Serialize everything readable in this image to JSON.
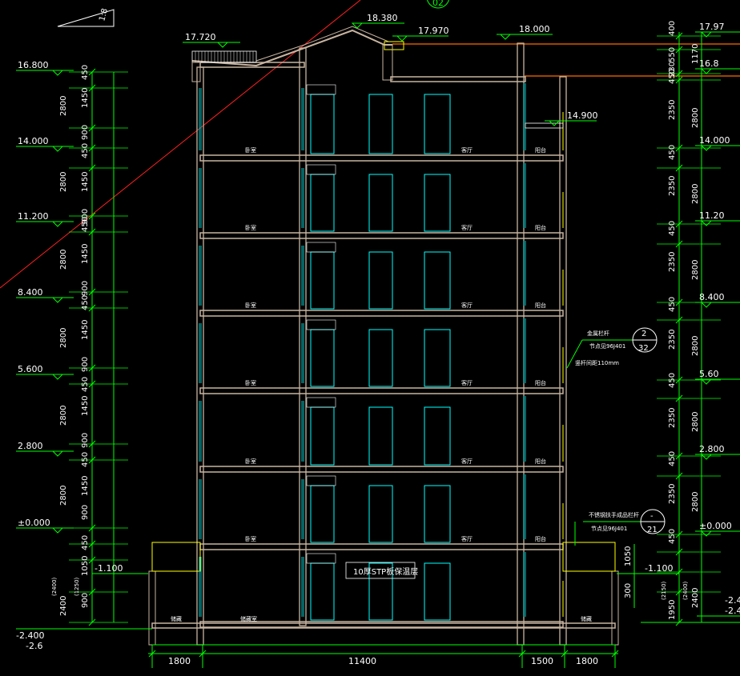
{
  "colors": {
    "background": "#000000",
    "dimension": "#00ff00",
    "wall": "#c8b4a0",
    "window": "#00c8c8",
    "window_bright": "#00ffff",
    "text": "#ffffff",
    "red_line": "#ff2020",
    "orange_line": "#ff6a00",
    "yellow": "#ffff00"
  },
  "left_elevations": [
    "16.800",
    "14.000",
    "11.200",
    "8.400",
    "5.600",
    "2.800",
    "±0.000",
    "-1.100",
    "-2.400",
    "-2.6"
  ],
  "left_dims": [
    "450",
    "1450",
    "2800",
    "900",
    "450",
    "1450",
    "2800",
    "900",
    "450",
    "1450",
    "2800",
    "900",
    "450",
    "1450",
    "2800",
    "900",
    "450",
    "1450",
    "2800",
    "900",
    "450",
    "1450",
    "2800",
    "900",
    "450",
    "2400",
    "1050",
    "900",
    "(2400)",
    "(1250)"
  ],
  "right_elevations": [
    "17.97",
    "16.8",
    "14.000",
    "11.20",
    "8.400",
    "5.60",
    "2.800",
    "±0.000",
    "-1.100",
    "-2.4",
    "-2.4"
  ],
  "right_dims_inner": [
    "400",
    "550",
    "230",
    "450",
    "2350",
    "450",
    "2350",
    "450",
    "2350",
    "450",
    "2350",
    "450",
    "2350",
    "450",
    "2350",
    "450",
    "1050",
    "300",
    "1950",
    "(2150)"
  ],
  "right_dims_outer": [
    "1170",
    "2800",
    "2800",
    "2800",
    "2800",
    "2800",
    "2800",
    "2400",
    "(2400)"
  ],
  "top_elevations": {
    "roof_ridge": "18.380",
    "roof_left": "17.720",
    "roof_mid": "17.970",
    "roof_right": "18.000",
    "balcony_roof": "14.900",
    "circle_top": "02"
  },
  "slope_symbol": "1:8",
  "room_labels": [
    "卧室",
    "客厅",
    "阳台"
  ],
  "basement_labels": {
    "left": "储藏",
    "mid": "储藏室",
    "right": "储藏"
  },
  "insulation_note": "10厚STP板保温层",
  "callout_1": {
    "line1": "金属栏杆",
    "line2": "节点见96J401",
    "line3": "竖杆间距110mm",
    "circle_top": "2",
    "circle_bottom": "32"
  },
  "callout_2": {
    "line1": "不锈钢扶手成品栏杆",
    "line2": "节点见96J401",
    "circle_top": "-",
    "circle_bottom": "21"
  },
  "bottom_dims": [
    "1800",
    "11400",
    "1500",
    "1800"
  ]
}
